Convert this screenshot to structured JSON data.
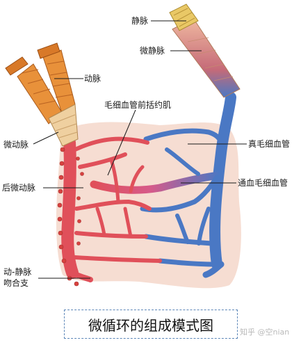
{
  "labels": {
    "venule_main": "静脉",
    "venule": "微静脉",
    "artery": "动脉",
    "precapillary_sphincter": "毛细血管前括约肌",
    "arteriole": "微动脉",
    "true_capillary": "真毛细血管",
    "metarteriole": "后微动脉",
    "thoroughfare_channel": "通血毛细血管",
    "av_anastomosis_line1": "动-静脉",
    "av_anastomosis_line2": "吻合支"
  },
  "caption": "微循环的组成模式图",
  "watermark": "知乎 @空nian",
  "colors": {
    "artery": "#e0505a",
    "vein": "#4a78c4",
    "muscle": "#e8913a",
    "tissue": "#f3d3c4",
    "vein_wall": "#e7c46a"
  }
}
